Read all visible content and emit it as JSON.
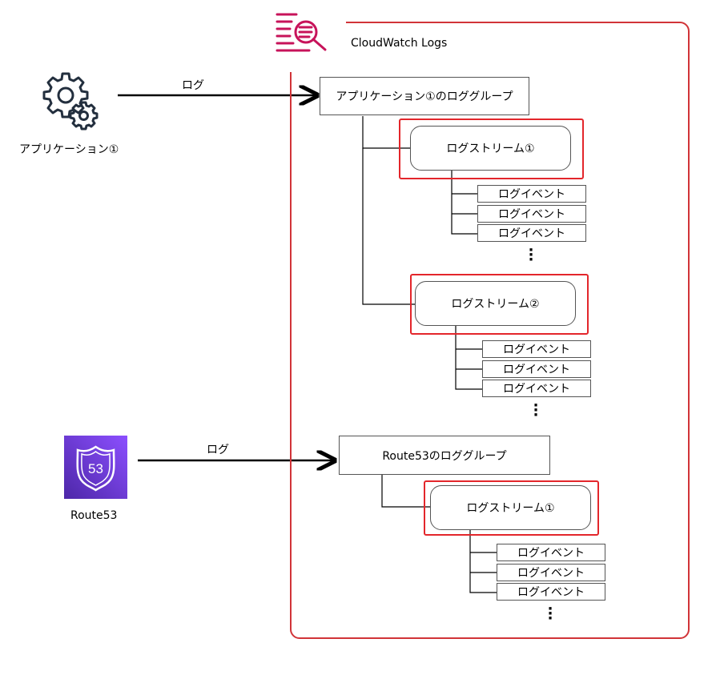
{
  "container": {
    "title": "CloudWatch Logs",
    "border_color": "#d13438"
  },
  "colors": {
    "accent_red": "#e3262b",
    "route53_purple": "#6a3fce",
    "cloudwatch_pink": "#c7135a"
  },
  "sources": {
    "app": {
      "label": "アプリケーション①",
      "icon": "gear-icon",
      "arrow_label": "ログ"
    },
    "route53": {
      "label": "Route53",
      "icon": "route53-shield-icon",
      "badge": "53",
      "arrow_label": "ログ"
    }
  },
  "groups": {
    "app": {
      "label": "アプリケーション①のロググループ",
      "streams": [
        {
          "label": "ログストリーム①",
          "events": [
            "ログイベント",
            "ログイベント",
            "ログイベント"
          ],
          "more": "⋮"
        },
        {
          "label": "ログストリーム②",
          "events": [
            "ログイベント",
            "ログイベント",
            "ログイベント"
          ],
          "more": "⋮"
        }
      ]
    },
    "route53": {
      "label": "Route53のロググループ",
      "streams": [
        {
          "label": "ログストリーム①",
          "events": [
            "ログイベント",
            "ログイベント",
            "ログイベント"
          ],
          "more": "⋮"
        }
      ]
    }
  }
}
